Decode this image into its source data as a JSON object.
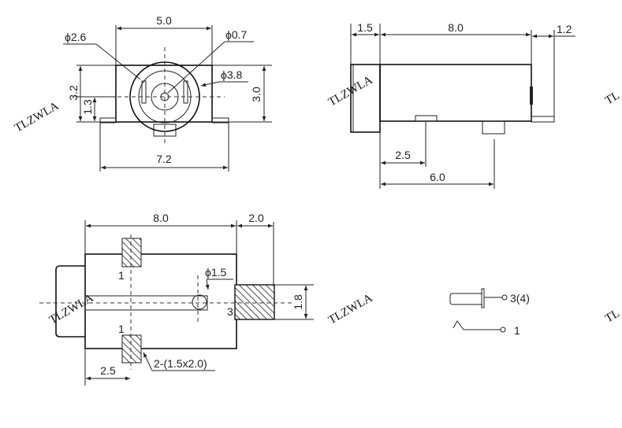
{
  "front_view": {
    "width_body": "5.0",
    "phi_outer_barrel": "ϕ2.6",
    "phi_center_pin": "ϕ0.7",
    "phi_ring": "ϕ3.8",
    "height": "3.0",
    "center_height": "1.3",
    "overall_height_hidden": "3.2",
    "width_pads": "7.2"
  },
  "side_view": {
    "cap_length": "1.5",
    "body_length": "8.0",
    "pin_extension": "1.2",
    "tab1_offset": "2.5",
    "tab2_offset": "6.0"
  },
  "bottom_view": {
    "body_length": "8.0",
    "pad_length": "2.0",
    "pad_height": "1.8",
    "pad_offset": "2.5",
    "hole_dia": "ϕ1.5",
    "pad_size_note": "2-(1.5x2.0)",
    "pin_label_top": "1",
    "pin_label_bottom": "1",
    "pin_label_right": "3"
  },
  "schematic": {
    "pin_plug": "3(4)",
    "pin_spring": "1"
  },
  "watermark": {
    "text": "TLZWLA",
    "partial": "TL"
  },
  "colors": {
    "line": "#222222",
    "background": "#ffffff"
  }
}
